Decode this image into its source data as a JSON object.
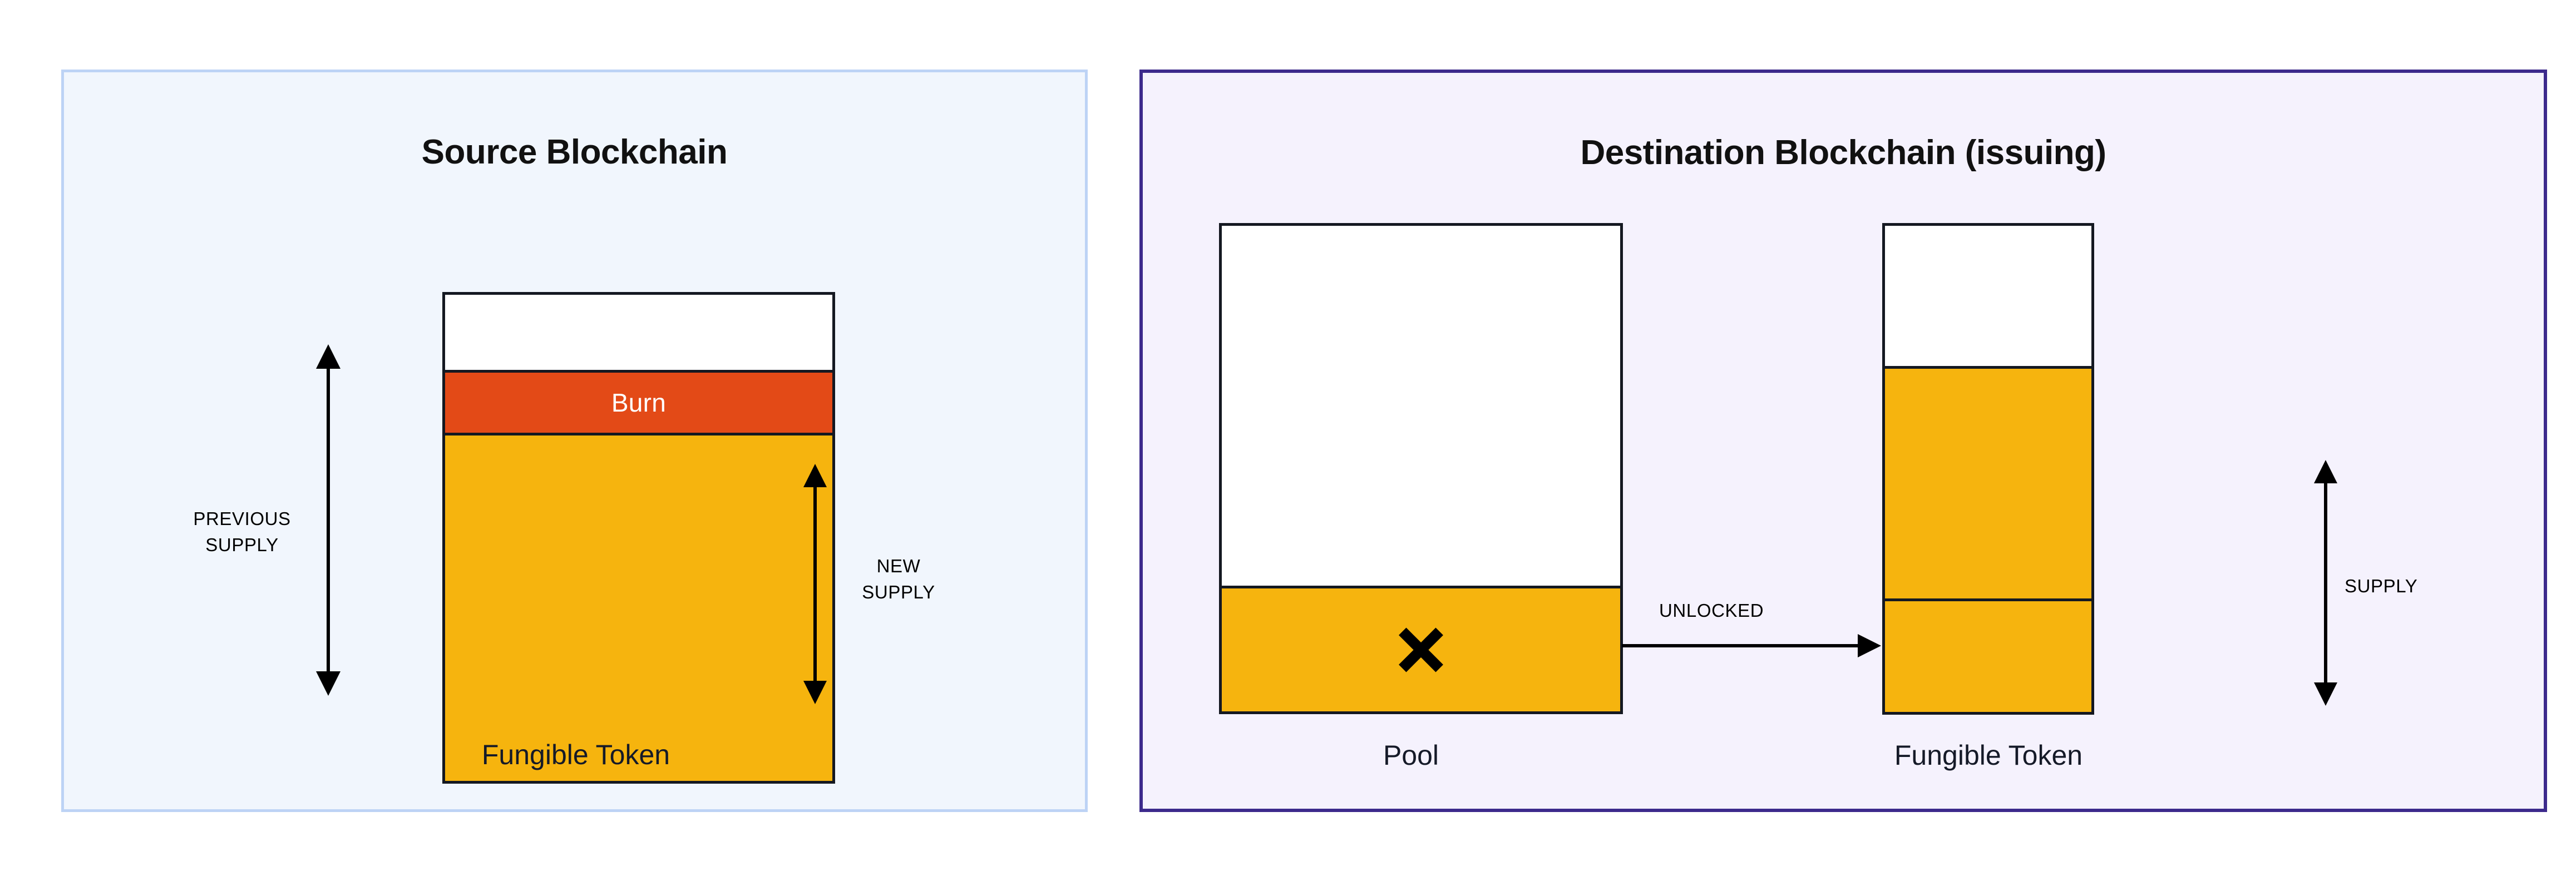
{
  "colors": {
    "source_panel_bg": "#f1f6fd",
    "source_panel_border": "#bdd3f5",
    "dest_panel_bg": "#f5f2fd",
    "dest_panel_border": "#3c2a8c",
    "burn_fill": "#e34a17",
    "token_fill": "#f6b40e",
    "box_stroke": "#141821",
    "text_dark": "#151a28",
    "arrow": "#000000"
  },
  "source_panel": {
    "title": "Source Blockchain",
    "token_box": {
      "caption": "Fungible Token",
      "segments": [
        {
          "name": "headroom",
          "label": "",
          "fill": "white"
        },
        {
          "name": "burn",
          "label": "Burn",
          "fill": "burn"
        },
        {
          "name": "remaining-supply",
          "label": "",
          "fill": "token"
        }
      ]
    },
    "measures": [
      {
        "name": "previous-supply",
        "label": "PREVIOUS\nSUPPLY"
      },
      {
        "name": "new-supply",
        "label": "NEW\nSUPPLY"
      }
    ]
  },
  "dest_panel": {
    "title": "Destination Blockchain (issuing)",
    "pool_box": {
      "caption": "Pool",
      "icon": "x-mark-icon",
      "segments": [
        {
          "name": "pool-empty",
          "label": "",
          "fill": "white"
        },
        {
          "name": "pool-locked",
          "label": "",
          "fill": "token"
        }
      ]
    },
    "token_box": {
      "caption": "Fungible Token",
      "segments": [
        {
          "name": "headroom",
          "label": "",
          "fill": "white"
        },
        {
          "name": "existing-supply",
          "label": "",
          "fill": "token"
        },
        {
          "name": "unlocked-supply",
          "label": "",
          "fill": "token"
        }
      ]
    },
    "flow": {
      "name": "unlocked-flow",
      "label": "UNLOCKED"
    },
    "measures": [
      {
        "name": "supply",
        "label": "SUPPLY"
      }
    ]
  }
}
